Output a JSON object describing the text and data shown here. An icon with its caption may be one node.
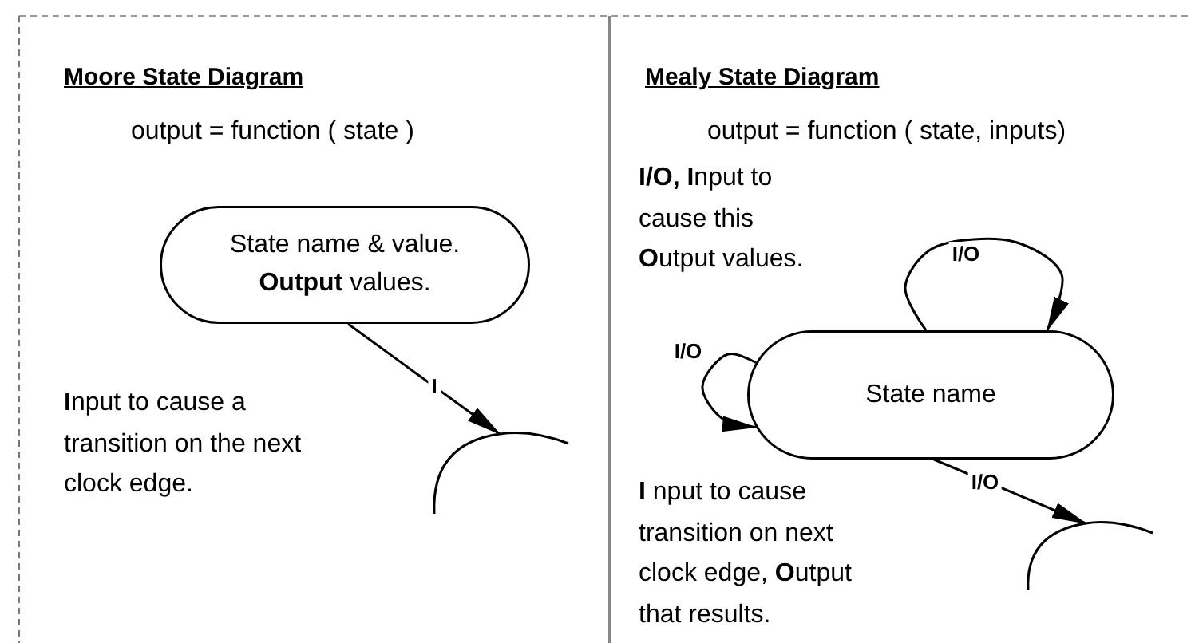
{
  "diagram": {
    "nodes": [
      {
        "text": [
          "State name & value. **Output** values."
        ]
      },
      {
        "text": [],
        "shape": "circle"
      },
      {
        "text": [
          "State name"
        ]
      },
      {
        "text": [],
        "shape": "circle"
      }
    ],
    "edges": [
      {
        "from": 0,
        "to": 1,
        "arrow": "to",
        "label": "I"
      },
      {
        "from": 2,
        "to": 2,
        "arrow": "to",
        "label": "I/O"
      },
      {
        "from": 2,
        "to": 2,
        "arrow": "to",
        "label": "I/O"
      },
      {
        "from": 2,
        "to": 3,
        "arrow": "to",
        "label": "I/O"
      }
    ],
    "labels": [
      "Moore State Diagram",
      "output = function ( state )",
      "**I**nput to cause a transition on the next clock edge.",
      "Mealy State Diagram",
      "output = function ( state, inputs)",
      "**I/O, I**nput to cause this **O**utput values.",
      "**I** nput to cause transition on next clock edge, **O**utput that results."
    ]
  }
}
